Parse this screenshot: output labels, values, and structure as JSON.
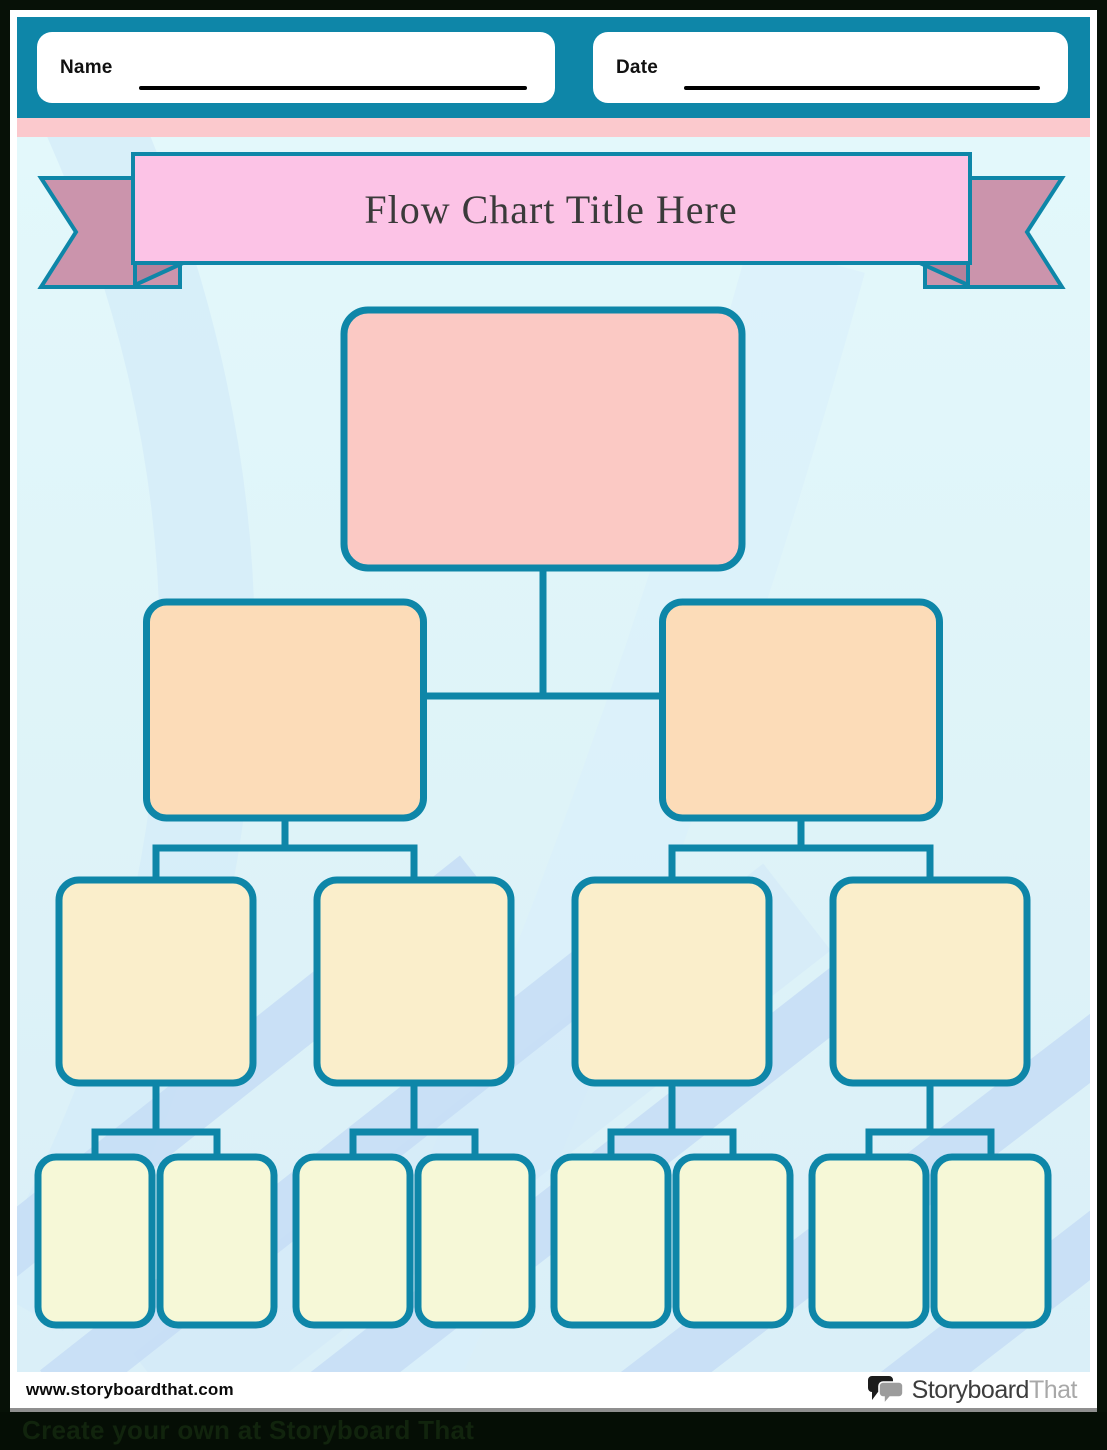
{
  "header": {
    "name_label": "Name",
    "date_label": "Date"
  },
  "banner": {
    "title": "Flow Chart Title Here"
  },
  "flowchart": {
    "type": "flowchart-template",
    "description": "blank hierarchical flow chart, 4 levels",
    "levels": [
      {
        "level": 1,
        "boxes": 1,
        "fill": "#fbc9c4"
      },
      {
        "level": 2,
        "boxes": 2,
        "fill": "#fcdcb8"
      },
      {
        "level": 3,
        "boxes": 4,
        "fill": "#faeecb"
      },
      {
        "level": 4,
        "boxes": 8,
        "fill": "#f6f8d7"
      }
    ],
    "connector_color": "#0e86a8"
  },
  "footer": {
    "website": "www.storyboardthat.com",
    "logo_text_primary": "Storyboard",
    "logo_text_secondary": "That"
  },
  "bottom_bar": {
    "text": "Create your own at Storyboard That"
  },
  "colors": {
    "teal": "#0e86a8",
    "pink_strip": "#fbc9cd",
    "banner_fill": "#fcc3e6",
    "ribbon_tail": "#cb94ac",
    "ribbon_fold": "#b5819b",
    "title_text": "#3a3a3a"
  }
}
